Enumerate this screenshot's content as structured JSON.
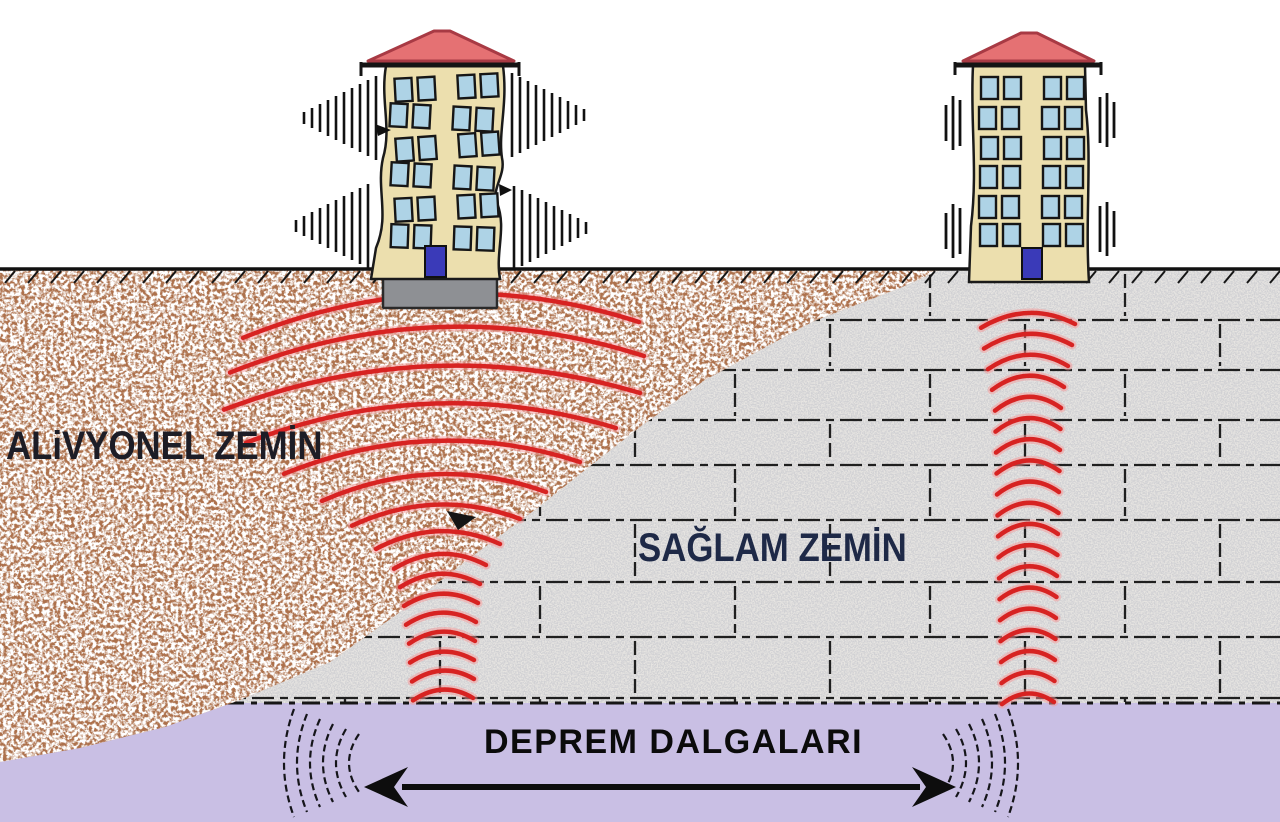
{
  "labels": {
    "alluvial_soil": "ALiVYONEL ZEMİN",
    "solid_ground": "SAĞLAM ZEMİN",
    "earthquake_waves": "DEPREM DALGALARI"
  },
  "icons": {
    "left_building": "shaking-damaged-building-icon",
    "right_building": "shaking-stable-building-icon",
    "vibration_marks": "vibration-lines-icon",
    "wave_arcs": "seismic-wave-arcs-icon",
    "bottom_arrow": "double-headed-arrow-icon"
  },
  "colors": {
    "sky": "#ffffff",
    "soil_brown": "#ad714c",
    "rock_gray": "#e6e4e1",
    "wave_layer_purple": "#c9bfe4",
    "wave_red": "#d72322",
    "wave_glow": "#f59a9a",
    "building_wall": "#ecdfae",
    "roof_red": "#e57173",
    "roof_edge": "#a83a44",
    "window_blue": "#aed3e6",
    "door_blue": "#3a3ab8",
    "foundation_gray": "#8e9094",
    "line_black": "#141414",
    "label_alluvial": "#1d1d26",
    "label_solid": "#1e2947",
    "label_waves": "#0b0b0b"
  }
}
